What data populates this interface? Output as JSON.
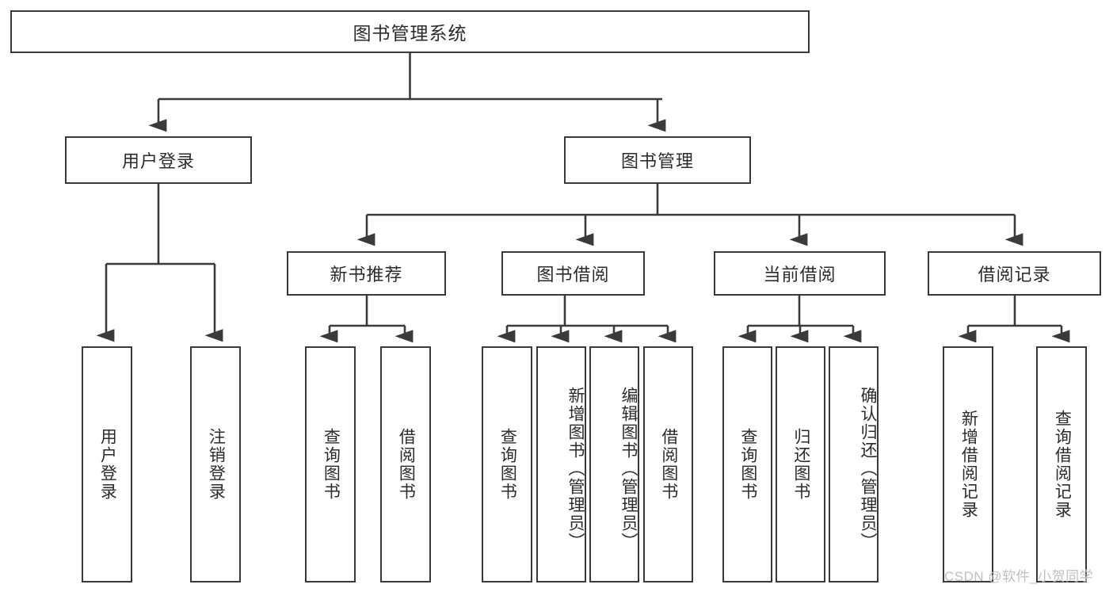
{
  "diagram": {
    "title": "图书管理系统",
    "type": "tree-hierarchy-chart",
    "root": {
      "label": "图书管理系统"
    },
    "level2": [
      {
        "label": "用户登录"
      },
      {
        "label": "图书管理"
      }
    ],
    "level3": [
      {
        "label": "新书推荐"
      },
      {
        "label": "图书借阅"
      },
      {
        "label": "当前借阅"
      },
      {
        "label": "借阅记录"
      }
    ],
    "leaves": {
      "user_login": [
        {
          "label": "用户登录"
        },
        {
          "label": "注销登录"
        }
      ],
      "new_book_recommend": [
        {
          "label": "查询图书"
        },
        {
          "label": "借阅图书"
        }
      ],
      "book_borrow": [
        {
          "label": "查询图书"
        },
        {
          "label": "新增图书（管理员）"
        },
        {
          "label": "编辑图书（管理员）"
        },
        {
          "label": "借阅图书"
        }
      ],
      "current_borrow": [
        {
          "label": "查询图书"
        },
        {
          "label": "归还图书"
        },
        {
          "label": "确认归还（管理员）"
        }
      ],
      "borrow_record": [
        {
          "label": "新增借阅记录"
        },
        {
          "label": "查询借阅记录"
        }
      ]
    }
  },
  "watermark": {
    "text": "CSDN @软件_小贺同学"
  },
  "colors": {
    "stroke": "#3a3a3a",
    "text": "#2b2b2b",
    "background": "#ffffff",
    "watermark": "#bfbfbf"
  }
}
